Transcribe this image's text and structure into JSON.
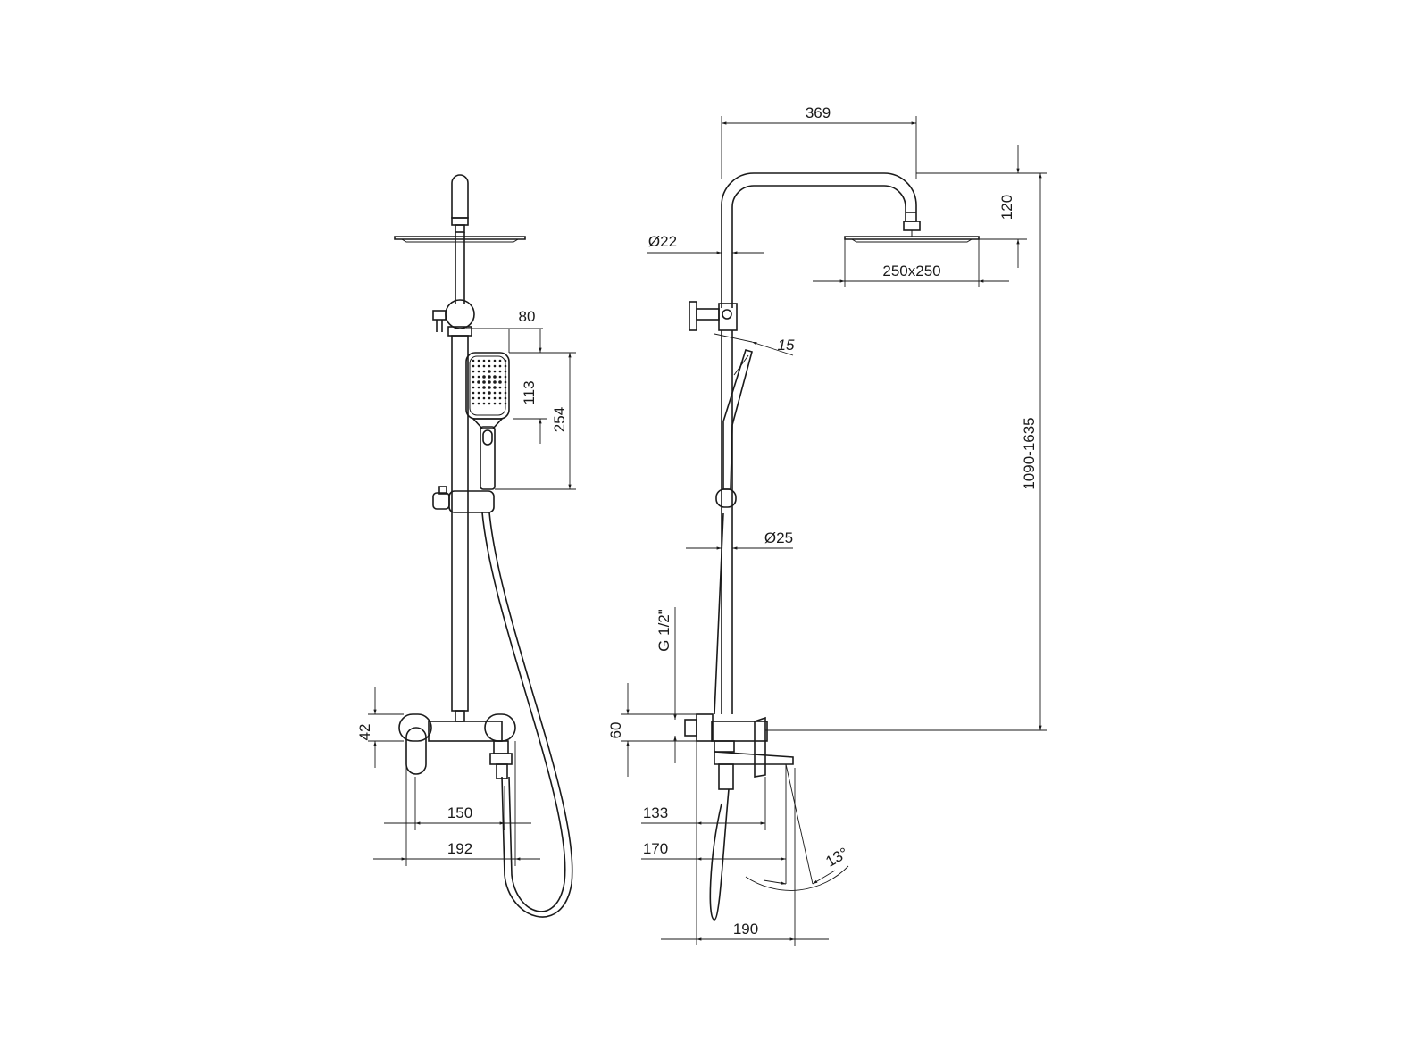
{
  "dimensions": {
    "width_369": "369",
    "height_120": "120",
    "head_size": "250x250",
    "pipe_dia_22": "Ø22",
    "angle_15": "15",
    "range_height": "1090-1635",
    "bar_dia_25": "Ø25",
    "thread": "G 1/2\"",
    "height_60": "60",
    "depth_133": "133",
    "depth_170": "170",
    "angle_13": "13°",
    "depth_190": "190",
    "hand_80": "80",
    "hand_113": "113",
    "hand_254": "254",
    "mixer_42": "42",
    "spacing_150": "150",
    "width_192": "192"
  }
}
